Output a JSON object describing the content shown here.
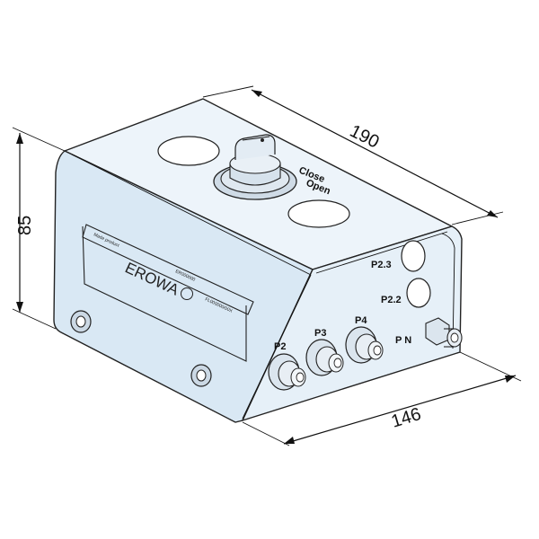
{
  "dimensions": {
    "length": "190",
    "height": "85",
    "depth": "146"
  },
  "ports": {
    "p2": "P2",
    "p3": "P3",
    "p4": "P4",
    "p23": "P2.3",
    "p22": "P2.2",
    "pn": "P N"
  },
  "switch_labels": {
    "close": "Close",
    "open": "Open"
  },
  "nameplate": {
    "brand": "EROWA",
    "small_left": "Made product",
    "small_id": "ER000000",
    "small_right": "FL000000/00X"
  },
  "colors": {
    "body": "#d9e8f4",
    "outline": "#222222"
  }
}
